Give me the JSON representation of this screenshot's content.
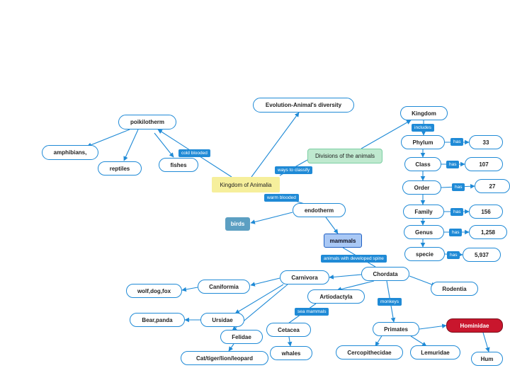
{
  "colors": {
    "line": "#1f8ad6",
    "root_fill": "#f6ef9c",
    "green_fill": "#bfe9cf",
    "mammals_fill": "#a9c8f5",
    "birds_fill": "#5c9fc2",
    "hominidae_fill": "#c9162d"
  },
  "nodes": {
    "root": "Kingdom of Animalia",
    "evolution": "Evolution-Animal's diversity",
    "poikilotherm": "poikilotherm",
    "amphibians": "amphibians,",
    "reptiles": "reptiles",
    "fishes": "fishes",
    "divisions": "Divisions of the animals",
    "kingdom": "Kingdom",
    "phylum": "Phylum",
    "class": "Class",
    "order": "Order",
    "family": "Family",
    "genus": "Genus",
    "specie": "specie",
    "n33": "33",
    "n107": "107",
    "n27": "27",
    "n156": "156",
    "n1258": "1,258",
    "n5937": "5,937",
    "endotherm": "endotherm",
    "birds": "birds",
    "mammals": "mammals",
    "chordata": "Chordata",
    "rodentia": "Rodentia",
    "carnivora": "Carnivora",
    "caniformia": "Caniformia",
    "wolf": "wolf,dog,fox",
    "ursidae": "Ursidae",
    "bear": "Bear,panda",
    "felidae": "Felidae",
    "cat": "Cat/tiger/lion/leopard",
    "artiodactyla": "Artiodactyla",
    "cetacea": "Cetacea",
    "whales": "whales",
    "primates": "Primates",
    "cercopithecidae": "Cercopithecidae",
    "lemuridae": "Lemuridae",
    "hominidae": "Hominidae",
    "hum": "Hum"
  },
  "tags": {
    "cold": "cold blooded",
    "ways": "ways to classify",
    "warm": "warm blooded",
    "includes": "includes",
    "has1": "has",
    "has2": "has",
    "has3": "has",
    "has4": "has",
    "has5": "has",
    "has6": "has",
    "spine": "animals with developed spine",
    "sea": "sea mammals",
    "monkeys": "monkeys"
  }
}
